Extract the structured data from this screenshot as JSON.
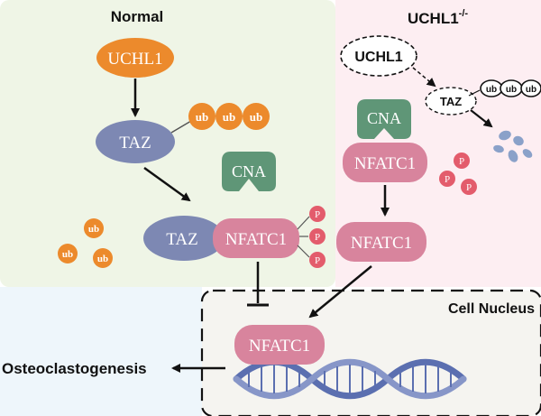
{
  "panels": {
    "normal_title": "Normal",
    "knockout_title": "UCHL1",
    "knockout_superscript": "-/-",
    "nucleus_title": "Cell Nucleus"
  },
  "nodes": {
    "uchl1_normal": "UCHL1",
    "taz_normal": "TAZ",
    "cna_normal": "CNA",
    "taz_complex": "TAZ",
    "nfatc1_complex": "NFATC1",
    "uchl1_knockout": "UCHL1",
    "taz_knockout": "TAZ",
    "cna_knockout": "CNA",
    "nfatc1_knockout_cyto": "NFATC1",
    "nfatc1_knockout_free": "NFATC1",
    "nfatc1_nucleus": "NFATC1",
    "output": "Osteoclastogenesis"
  },
  "labels": {
    "ubiquitin": "ub",
    "phosphate": "P"
  },
  "colors": {
    "normal_bg": "#eff5e6",
    "knockout_bg": "#fdeef2",
    "left_bottom_bg": "#eef6fb",
    "nucleus_bg": "#f5f4f0",
    "uchl1": "#ec8a2c",
    "taz": "#7d88b3",
    "cna": "#5f9677",
    "nfatc1": "#d8849d",
    "phosphate": "#e35c6c",
    "ub_orange": "#ec8a2c",
    "degraded": "#8aa1c9",
    "dna": "#5b6fb0"
  }
}
